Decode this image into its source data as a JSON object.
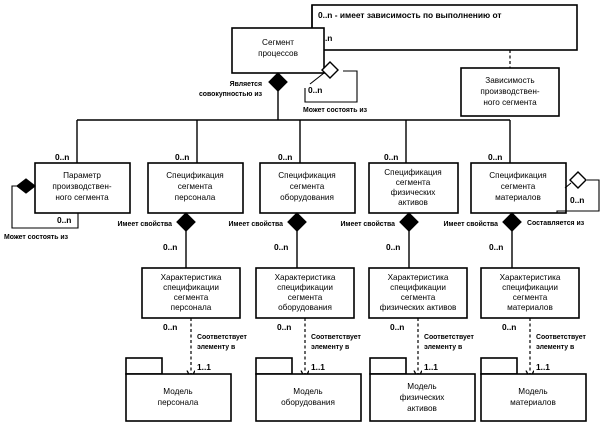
{
  "diagram": {
    "title_note": "0..n - имеет зависимость по выполнению от",
    "multiplicity": {
      "zero_n": "0..n",
      "one_one": "1..1"
    },
    "nodes": {
      "process_segment": {
        "line1": "Сегмент",
        "line2": "процессов"
      },
      "dependency": {
        "line1": "Зависимость",
        "line2": "производствен-",
        "line3": "ного сегмента"
      },
      "param_segment": {
        "line1": "Параметр",
        "line2": "производствен-",
        "line3": "ного сегмента"
      },
      "spec_personnel": {
        "line1": "Спецификация",
        "line2": "сегмента",
        "line3": "персонала"
      },
      "spec_equipment": {
        "line1": "Спецификация",
        "line2": "сегмента",
        "line3": "оборудования"
      },
      "spec_physical_assets": {
        "line1": "Спецификация",
        "line2": "сегмента",
        "line3": "физических",
        "line4": "активов"
      },
      "spec_materials": {
        "line1": "Спецификация",
        "line2": "сегмента",
        "line3": "материалов"
      },
      "char_personnel": {
        "line1": "Характеристика",
        "line2": "спецификации",
        "line3": "сегмента",
        "line4": "персонала"
      },
      "char_equipment": {
        "line1": "Характеристика",
        "line2": "спецификации",
        "line3": "сегмента",
        "line4": "оборудования"
      },
      "char_physical_assets": {
        "line1": "Характеристика",
        "line2": "спецификации",
        "line3": "сегмента",
        "line4": "физических активов"
      },
      "char_materials": {
        "line1": "Характеристика",
        "line2": "спецификации",
        "line3": "сегмента",
        "line4": "материалов"
      },
      "model_personnel": {
        "line1": "Модель",
        "line2": "персонала"
      },
      "model_equipment": {
        "line1": "Модель",
        "line2": "оборудования"
      },
      "model_physical_assets": {
        "line1": "Модель",
        "line2": "физических",
        "line3": "активов"
      },
      "model_materials": {
        "line1": "Модель",
        "line2": "материалов"
      }
    },
    "edge_labels": {
      "is_collection_of_1": "Является",
      "is_collection_of_2": "совокупностью из",
      "may_consist_of": "Может состоять из",
      "may_consist_of_param": "Может состоять из",
      "has_properties": "Имеет свойства",
      "composed_of": "Составляется из",
      "corresponds_1": "Соответствует",
      "corresponds_2": "элементу в"
    },
    "colors": {
      "stroke": "#000000",
      "fill": "#ffffff"
    }
  }
}
